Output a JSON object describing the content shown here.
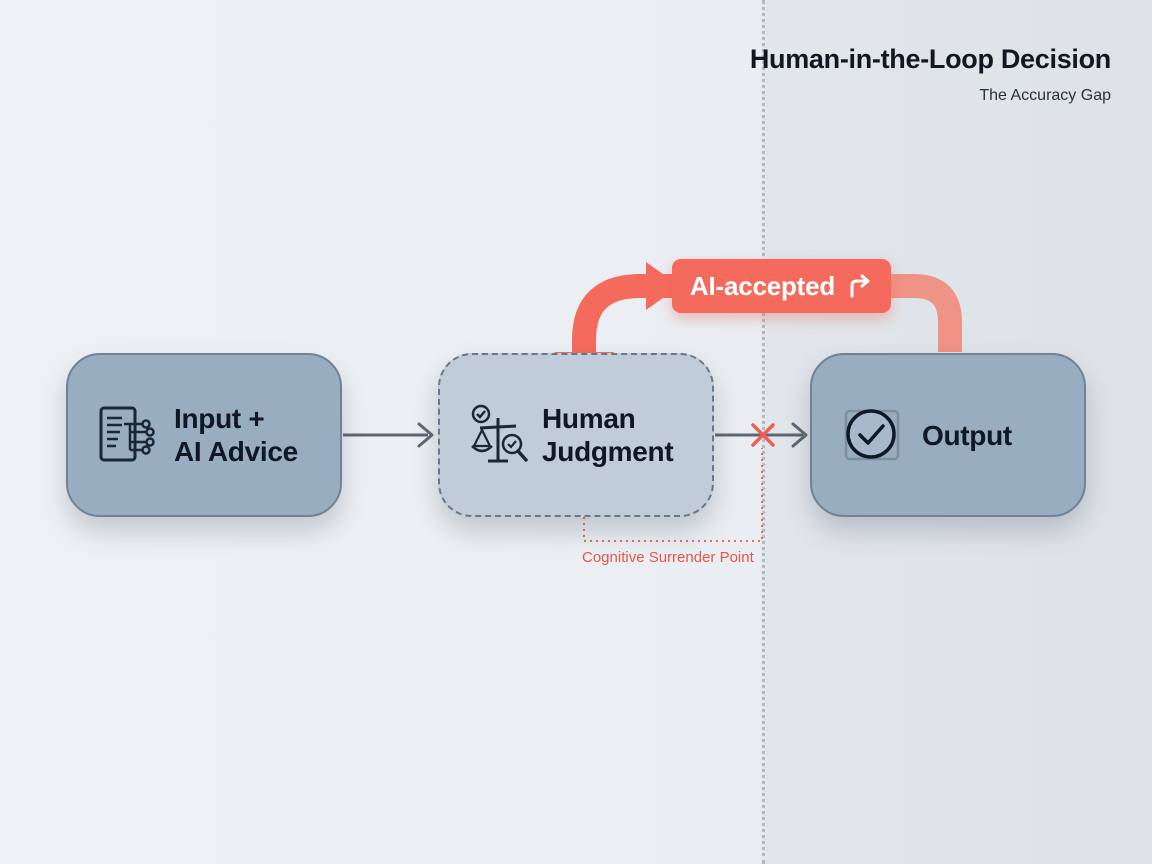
{
  "header": {
    "title": "Human-in-the-Loop Decision",
    "subtitle": "The Accuracy Gap"
  },
  "nodes": {
    "input": {
      "line1": "Input +",
      "line2": "AI Advice",
      "icon": "document-network-icon"
    },
    "human": {
      "line1": "Human",
      "line2": "Judgment",
      "icon": "scales-magnifier-icon"
    },
    "output": {
      "label": "Output",
      "icon": "checkmark-circle-icon"
    }
  },
  "badge": {
    "label": "AI-accepted",
    "icon": "redirect-arrow-icon"
  },
  "annotation": {
    "label": "Cognitive Surrender Point"
  },
  "colors": {
    "accent": "#f46b5d",
    "node_fill": "#98adc0",
    "node_dashed_fill": "#c0ccd7",
    "connector": "#5d6873"
  }
}
